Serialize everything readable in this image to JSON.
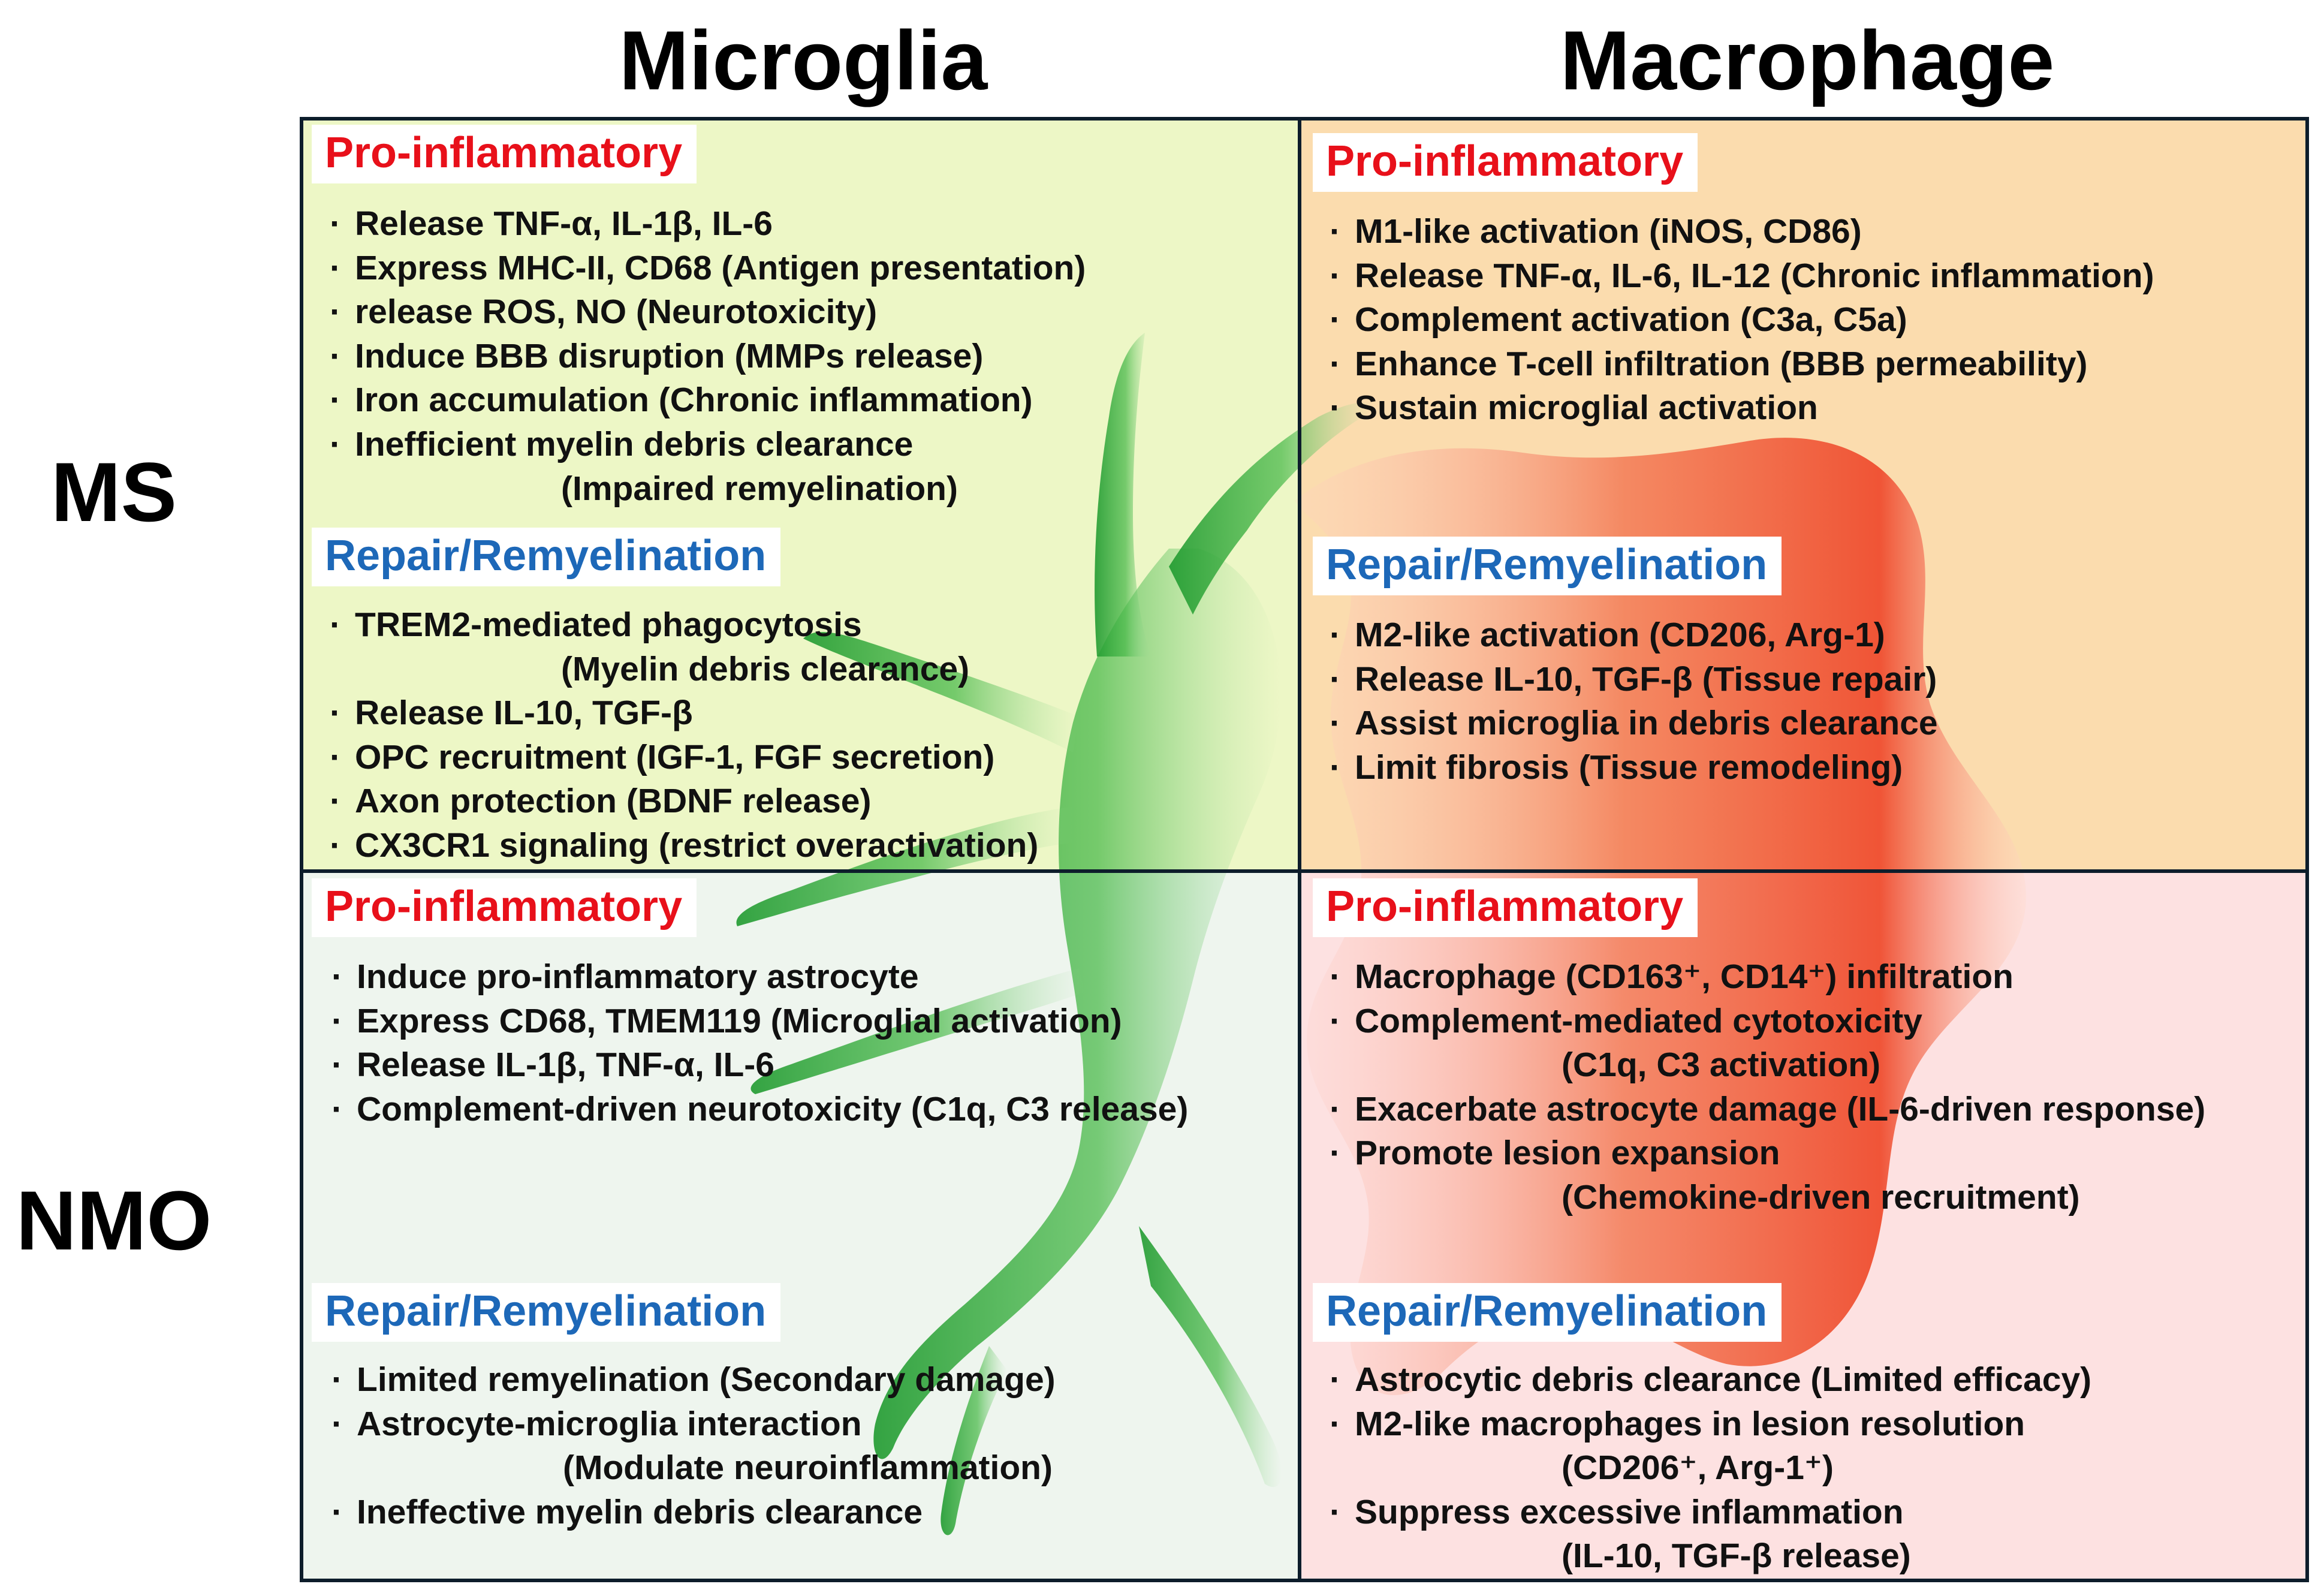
{
  "headers": {
    "microglia": "Microglia",
    "macrophage": "Macrophage"
  },
  "rows": {
    "ms": "MS",
    "nmo": "NMO"
  },
  "cells": {
    "ms_microglia": {
      "pro_title": "Pro-inflammatory",
      "pro_items": [
        "Release TNF-α, IL-1β, IL-6",
        "Express MHC-II, CD68 (Antigen presentation)",
        "release ROS, NO (Neurotoxicity)",
        "Induce BBB disruption (MMPs release)",
        "Iron accumulation (Chronic inflammation)",
        "Inefficient myelin debris clearance",
        "(Impaired remyelination)"
      ],
      "rep_title": "Repair/Remyelination",
      "rep_items": [
        "TREM2-mediated phagocytosis",
        "(Myelin debris clearance)",
        "Release IL-10, TGF-β",
        "OPC recruitment (IGF-1, FGF secretion)",
        "Axon protection (BDNF release)",
        "CX3CR1 signaling (restrict overactivation)"
      ]
    },
    "ms_macrophage": {
      "pro_title": "Pro-inflammatory",
      "pro_items": [
        "M1-like activation (iNOS, CD86)",
        "Release TNF-α, IL-6, IL-12 (Chronic inflammation)",
        "Complement activation (C3a, C5a)",
        "Enhance T-cell infiltration (BBB permeability)",
        "Sustain microglial activation"
      ],
      "rep_title": "Repair/Remyelination",
      "rep_items": [
        "M2-like activation (CD206, Arg-1)",
        "Release IL-10, TGF-β (Tissue repair)",
        "Assist microglia in debris clearance",
        "Limit fibrosis (Tissue remodeling)"
      ]
    },
    "nmo_microglia": {
      "pro_title": "Pro-inflammatory",
      "pro_items": [
        "Induce pro-inflammatory astrocyte",
        "Express CD68, TMEM119 (Microglial activation)",
        "Release IL-1β, TNF-α, IL-6",
        "Complement-driven neurotoxicity (C1q, C3 release)"
      ],
      "rep_title": "Repair/Remyelination",
      "rep_items": [
        "Limited remyelination (Secondary damage)",
        "Astrocyte-microglia interaction",
        "(Modulate neuroinflammation)",
        "Ineffective myelin debris clearance"
      ]
    },
    "nmo_macrophage": {
      "pro_title": "Pro-inflammatory",
      "pro_items": [
        "Macrophage (CD163⁺, CD14⁺) infiltration",
        "Complement-mediated cytotoxicity",
        "(C1q, C3 activation)",
        "Exacerbate astrocyte damage (IL-6-driven response)",
        "Promote lesion expansion",
        "(Chemokine-driven recruitment)"
      ],
      "rep_title": "Repair/Remyelination",
      "rep_items": [
        "Astrocytic debris clearance (Limited efficacy)",
        "M2-like macrophages in lesion resolution",
        "(CD206⁺, Arg-1⁺)",
        "Suppress excessive inflammation",
        "(IL-10, TGF-β release)"
      ]
    }
  },
  "colors": {
    "pro_title": "#e8101a",
    "rep_title": "#1d68b8",
    "ms_microglia_bg": "#edf7c6",
    "ms_macrophage_bg": "#fbdcae",
    "nmo_microglia_bg": "#eef5ee",
    "nmo_macrophage_bg": "#fde1e1",
    "microglia_shape": "#3fae3f",
    "macrophage_shape": "#f25a2a"
  }
}
